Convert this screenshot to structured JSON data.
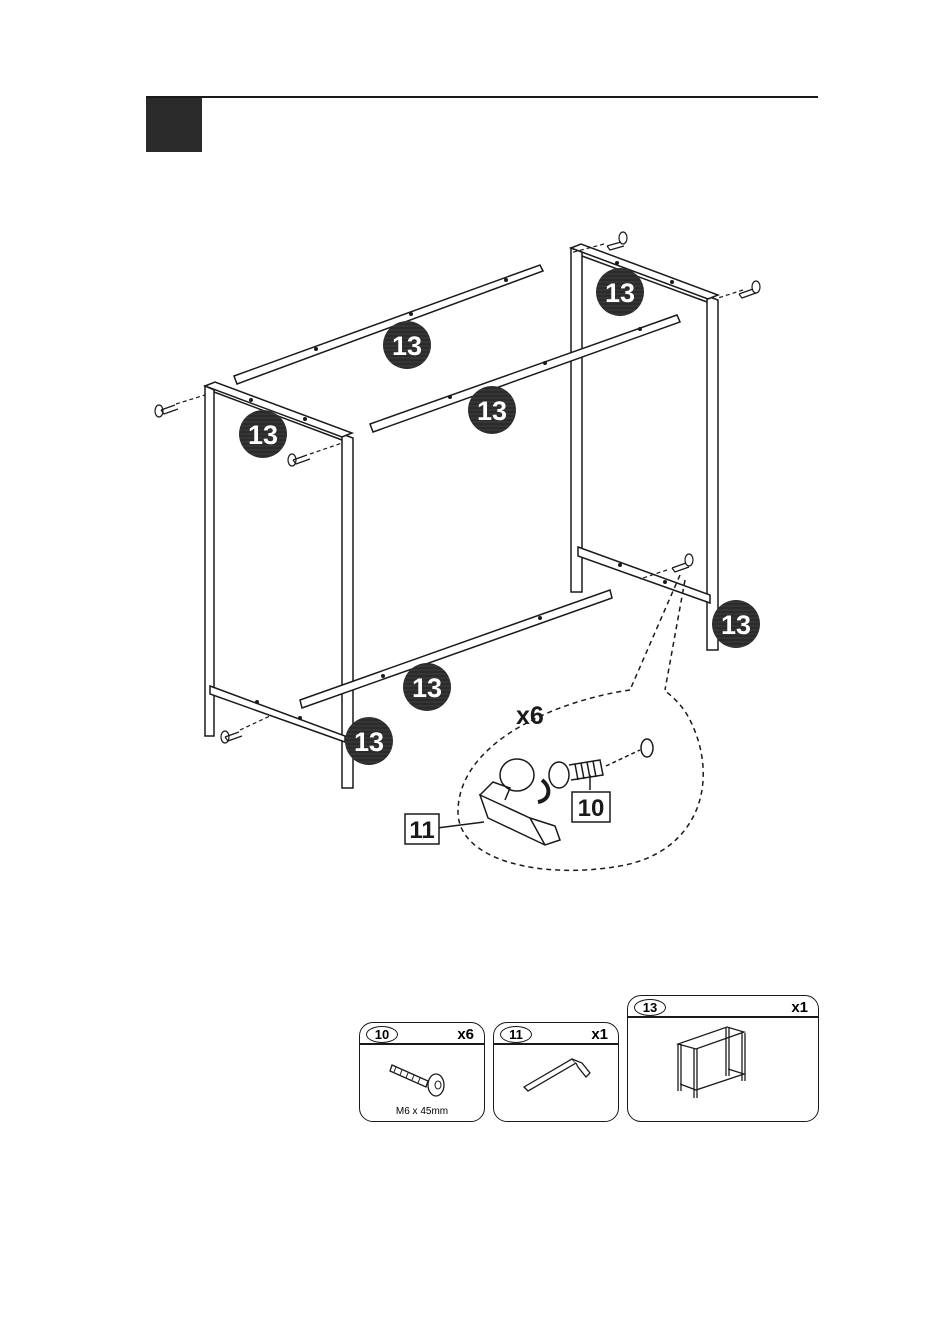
{
  "callouts": {
    "frame_part": "13",
    "bolt_part": "10",
    "wrench_part": "11",
    "quantity": "x6"
  },
  "parts": [
    {
      "id": "10",
      "qty": "x6",
      "caption": "M6 x 45mm",
      "icon": "bolt-icon"
    },
    {
      "id": "11",
      "qty": "x1",
      "caption": "",
      "icon": "allen-key-icon"
    },
    {
      "id": "13",
      "qty": "x1",
      "caption": "",
      "icon": "frame-icon"
    }
  ],
  "colors": {
    "ink": "#1a1a1a",
    "badge": "#2b2b2b",
    "paper": "#ffffff"
  }
}
